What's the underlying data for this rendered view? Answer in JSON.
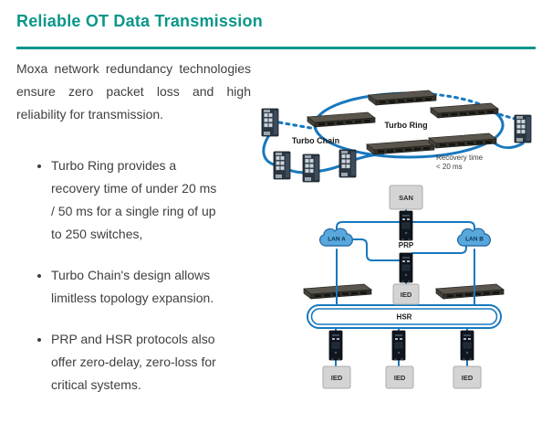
{
  "page": {
    "title": "Reliable OT Data Transmission",
    "accent_color": "#0a968a",
    "diagram_line_color": "#1878be"
  },
  "intro": "Moxa network redundancy technologies ensure zero packet loss and high reliability for transmission.",
  "bullets": [
    "Turbo Ring provides a\nrecovery time of under 20 ms\n/ 50 ms for a single ring of up\nto 250 switches,",
    "Turbo Chain's design allows\nlimitless topology expansion.",
    "PRP and HSR protocols also\noffer zero-delay, zero-loss for\ncritical systems."
  ],
  "diagram": {
    "turbo_ring_label": "Turbo Ring",
    "turbo_chain_label": "Turbo Chain",
    "recovery_note_line1": "Recovery time",
    "recovery_note_line2": "< 20 ms",
    "san_label": "SAN",
    "lan_a_label": "LAN A",
    "lan_b_label": "LAN B",
    "prp_label": "PRP",
    "hsr_label": "HSR",
    "ied_labels": [
      "IED",
      "IED",
      "IED",
      "IED"
    ]
  }
}
